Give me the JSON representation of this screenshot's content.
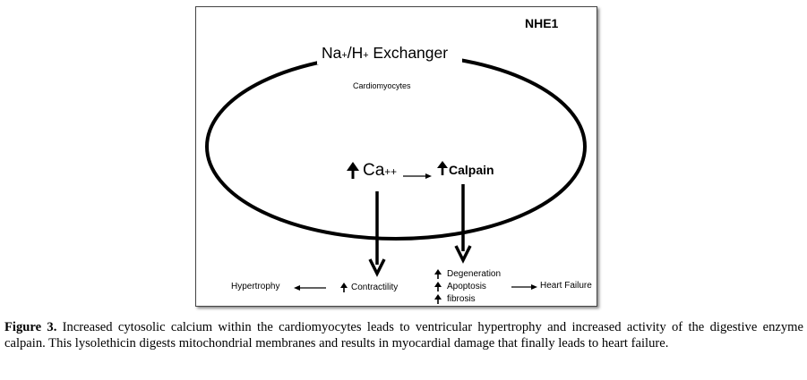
{
  "diagram": {
    "badge": "NHE1",
    "exchanger": {
      "base1": "Na",
      "sup1": "+",
      "base2": "/H",
      "sup2": "+",
      "rest": " Exchanger"
    },
    "cell_label": "Cardiomyocytes",
    "calcium": {
      "base": "Ca",
      "sup": "++"
    },
    "calpain": "Calpain",
    "outcomes": {
      "hypertrophy": "Hypertrophy",
      "contractility": "Contractility",
      "degeneration": "Degeneration",
      "apoptosis": "Apoptosis",
      "fibrosis": "fibrosis",
      "heart_failure": "Heart Failure"
    },
    "colors": {
      "line": "#000000",
      "frame": "#444444"
    }
  },
  "caption": {
    "label": "Figure 3.",
    "text": " Increased cytosolic calcium within the cardiomyocytes leads to ventricular hypertrophy and increased activity of the digestive enzyme calpain. This lysolethicin digests mitochondrial membranes and results in myocardial damage that finally leads to heart failure."
  }
}
